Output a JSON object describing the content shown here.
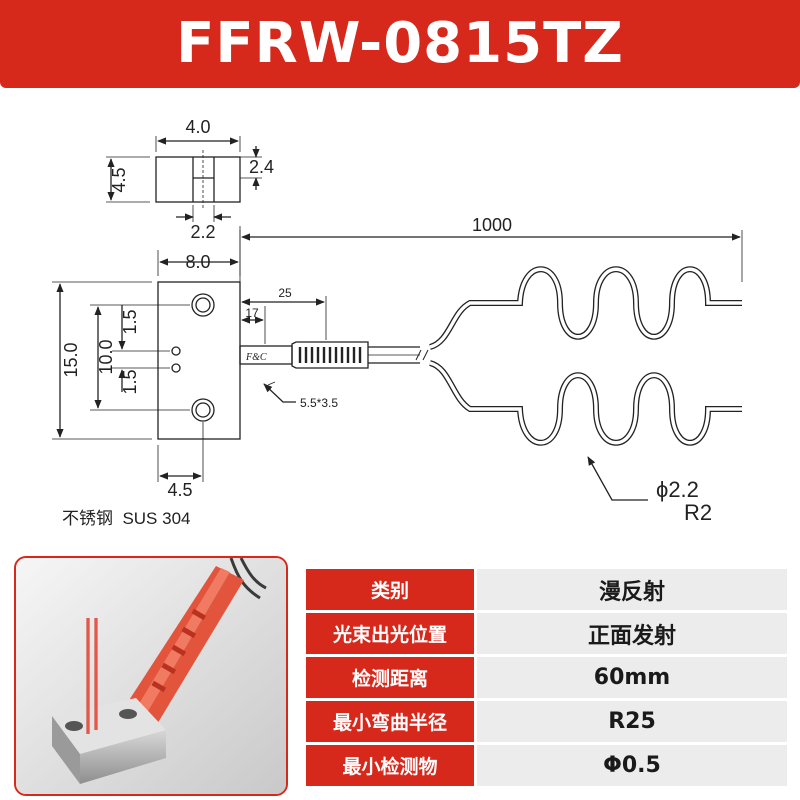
{
  "title": "FFRW-0815TZ",
  "colors": {
    "accent": "#d7281c",
    "line": "#222222",
    "table_value_bg": "#ececec",
    "sleeve": "#e2543c"
  },
  "dimensions": {
    "top_width": "4.0",
    "top_height": "4.5",
    "slot_depth": "2.4",
    "slot_width": "2.2",
    "front_width": "8.0",
    "front_height": "15.0",
    "hole_pitch": "10.0",
    "fiber_offset_upper": "1.5",
    "fiber_offset_lower": "1.5",
    "cable_length": "1000",
    "sleeve_length": "25",
    "strain_relief_length": "17",
    "sleeve_section": "5.5*3.5",
    "base_offset": "4.5",
    "fiber_diameter": "ϕ2.2",
    "bend_radius": "R2",
    "logo_text": "F&C"
  },
  "material": "不锈钢  SUS 304",
  "specs": [
    {
      "label": "类别",
      "value": "漫反射"
    },
    {
      "label": "光束出光位置",
      "value": "正面发射"
    },
    {
      "label": "检测距离",
      "value": "60mm"
    },
    {
      "label": "最小弯曲半径",
      "value": "R25"
    },
    {
      "label": "最小检测物",
      "value": "Φ0.5"
    }
  ]
}
